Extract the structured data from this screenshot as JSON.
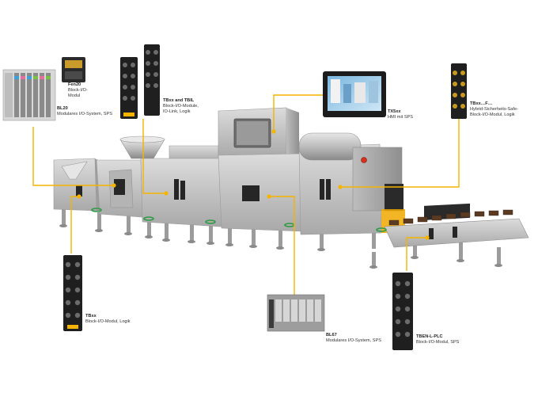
{
  "colors": {
    "leader": "#f5b400",
    "machine": "#c9c9c9",
    "module": "#1f1f1f"
  },
  "products": [
    {
      "id": "fen20",
      "title": "Fen20",
      "desc": [
        "Block-I/O-",
        "Modul"
      ]
    },
    {
      "id": "bl20",
      "title": "BL20",
      "desc": [
        "Modulares I/O-System, SPS"
      ]
    },
    {
      "id": "tbxx-tbil",
      "title": "TBxx and TBIL",
      "desc": [
        "Block-I/O-Module,",
        "IO-Link, Logik"
      ]
    },
    {
      "id": "tx5xx",
      "title": "TX5xx",
      "desc": [
        "HMI mit SPS"
      ]
    },
    {
      "id": "tbxx-f",
      "title": "TBxx…F…",
      "desc": [
        "Hybrid-Sicherheits-Safe-",
        "Block-I/O-Modul, Logik"
      ]
    },
    {
      "id": "tbxx",
      "title": "TBxx",
      "desc": [
        "Block-I/O-Modul, Logik"
      ]
    },
    {
      "id": "bl67",
      "title": "BL67",
      "desc": [
        "Modulares I/O-System, SPS"
      ]
    },
    {
      "id": "tben-l-plc",
      "title": "TBEN-L-PLC",
      "desc": [
        "Block-I/O-Modul, SPS"
      ]
    }
  ]
}
